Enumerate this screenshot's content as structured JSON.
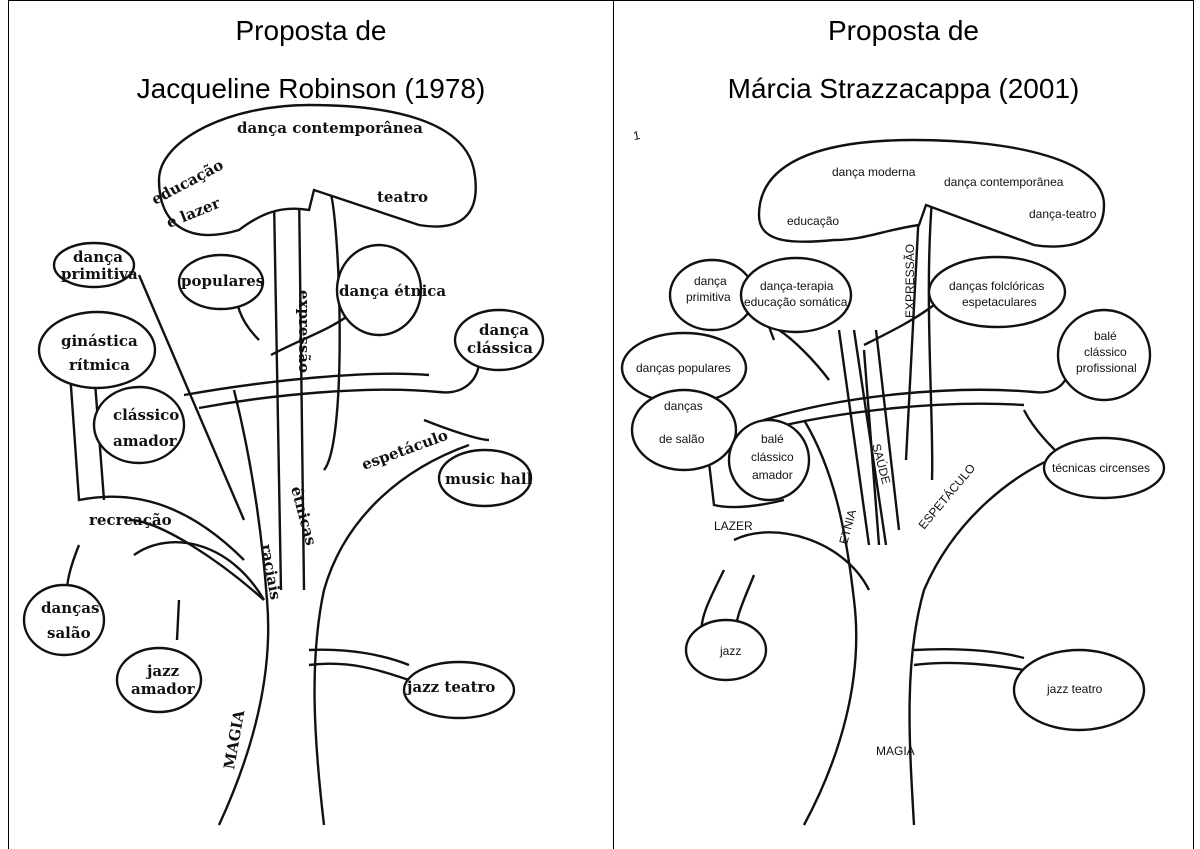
{
  "left": {
    "heading_line1": "Proposta de",
    "heading_line2": "Jacqueline Robinson (1978)",
    "labels": {
      "danca_contemporanea": "dança contemporânea",
      "educacao": "educação",
      "e_lazer": "e lazer",
      "teatro": "teatro",
      "danca_primitiva_1": "dança",
      "danca_primitiva_2": "primitiva",
      "populares": "populares",
      "danca_etnica": "dança étnica",
      "danca_classica_1": "dança",
      "danca_classica_2": "clássica",
      "ginastica_1": "ginástica",
      "ginastica_2": "rítmica",
      "classico_1": "clássico",
      "classico_2": "amador",
      "expressao": "expressão",
      "espetaculo": "espetáculo",
      "music_hall": "music  hall",
      "recreacao": "recreação",
      "etnicas": "étnicas",
      "raciais": "raciais",
      "dancas_salao_1": "danças",
      "dancas_salao_2": "salão",
      "jazz_amador_1": "jazz",
      "jazz_amador_2": "amador",
      "jazz_teatro": "jazz  teatro",
      "magia": "MAGIA"
    }
  },
  "right": {
    "heading_line1": "Proposta de",
    "heading_line2": "Márcia Strazzacappa (2001)",
    "labels": {
      "danca_moderna": "dança moderna",
      "danca_contemporanea": "dança contemporânea",
      "educacao": "educação",
      "danca_teatro": "dança-teatro",
      "danca_primitiva_1": "dança",
      "danca_primitiva_2": "primitiva",
      "danca_terapia_1": "dança-terapia",
      "danca_terapia_2": "educação somática",
      "expressao": "EXPRESSÃO",
      "dancas_folcloricas_1": "danças folclóricas",
      "dancas_folcloricas_2": "espetaculares",
      "bale_profissional_1": "balé",
      "bale_profissional_2": "clássico",
      "bale_profissional_3": "profissional",
      "dancas_populares": "danças populares",
      "dancas_salao_1": "danças",
      "dancas_salao_2": "de salão",
      "bale_amador_1": "balé",
      "bale_amador_2": "clássico",
      "bale_amador_3": "amador",
      "saude": "SAÚDE",
      "tecnicas_circenses": "técnicas circenses",
      "lazer": "LAZER",
      "etnia": "ETNIA",
      "espetaculo": "ESPETÁCULO",
      "jazz": "jazz",
      "jazz_teatro": "jazz teatro",
      "magia": "MAGIA",
      "margin_mark": "1"
    }
  }
}
